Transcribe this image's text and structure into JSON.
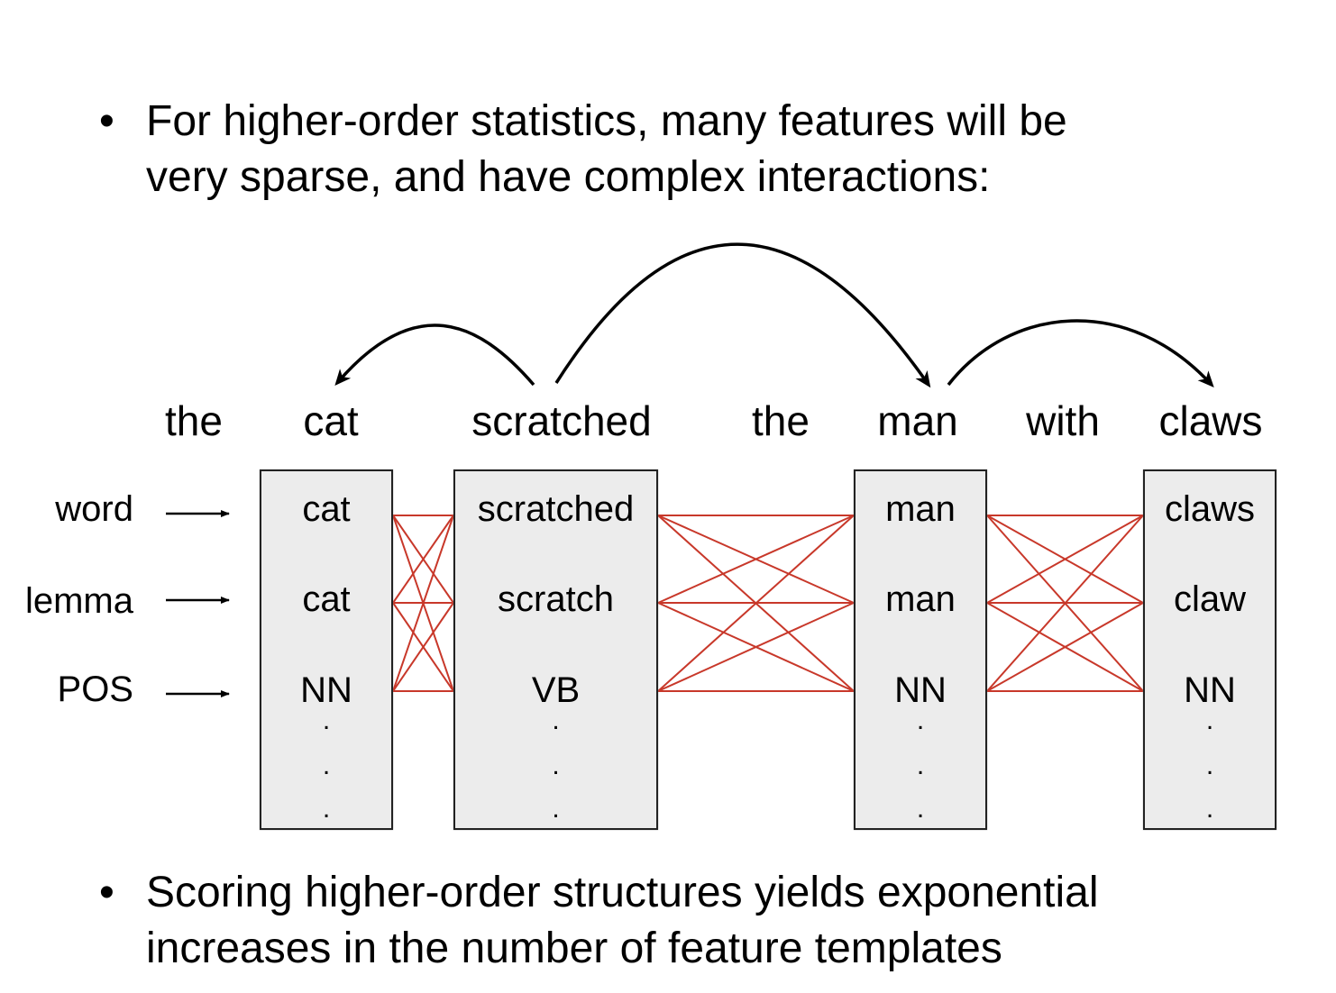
{
  "bullets": {
    "first": {
      "marker": "•",
      "line1": "For higher-order statistics, many features will be",
      "line2": "very sparse, and have complex interactions:"
    },
    "second": {
      "marker": "•",
      "line1": "Scoring higher-order structures yields exponential",
      "line2": "increases in the number of feature templates"
    }
  },
  "sentence": [
    "the",
    "cat",
    "scratched",
    "the",
    "man",
    "with",
    "claws"
  ],
  "row_labels": [
    "word",
    "lemma",
    "POS"
  ],
  "boxes": [
    {
      "word": "cat",
      "lemma": "cat",
      "pos": "NN"
    },
    {
      "word": "scratched",
      "lemma": "scratch",
      "pos": "VB"
    },
    {
      "word": "man",
      "lemma": "man",
      "pos": "NN"
    },
    {
      "word": "claws",
      "lemma": "claw",
      "pos": "NN"
    }
  ],
  "ellipsis": ".",
  "colors": {
    "connections": "#c8382a",
    "arcs": "#000000",
    "box_fill": "#ececec"
  }
}
